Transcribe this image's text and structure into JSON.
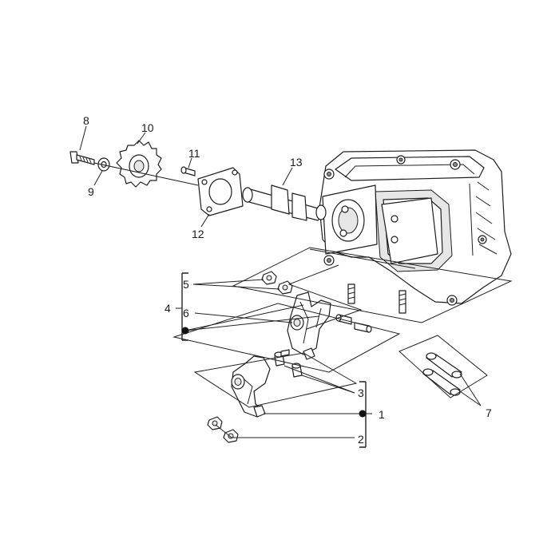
{
  "callouts": [
    {
      "id": "1",
      "label": "1"
    },
    {
      "id": "2",
      "label": "2"
    },
    {
      "id": "3",
      "label": "3"
    },
    {
      "id": "4",
      "label": "4"
    },
    {
      "id": "5",
      "label": "5"
    },
    {
      "id": "6",
      "label": "6"
    },
    {
      "id": "7",
      "label": "7"
    },
    {
      "id": "8",
      "label": "8"
    },
    {
      "id": "9",
      "label": "9"
    },
    {
      "id": "10",
      "label": "10"
    },
    {
      "id": "11",
      "label": "11"
    },
    {
      "id": "12",
      "label": "12"
    },
    {
      "id": "13",
      "label": "13"
    }
  ],
  "colors": {
    "line": "#1e1e1e",
    "background": "#ffffff"
  }
}
